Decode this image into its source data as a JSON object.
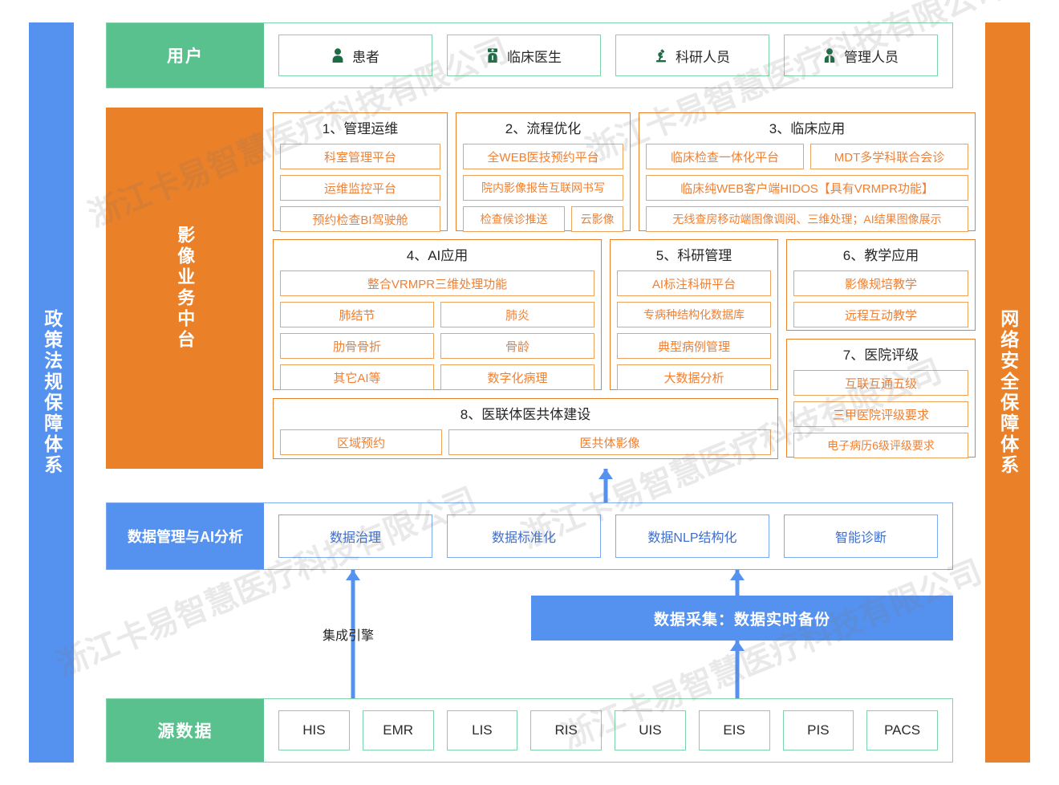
{
  "sidebars": {
    "left": {
      "label": "政策法规保障体系",
      "color": "#5592f0"
    },
    "right": {
      "label": "网络安全保障体系",
      "color": "#ea8028"
    }
  },
  "users": {
    "label": "用户",
    "color": "#58c18d",
    "items": [
      {
        "label": "患者",
        "icon": "person-icon"
      },
      {
        "label": "临床医生",
        "icon": "doctor-icon"
      },
      {
        "label": "科研人员",
        "icon": "microscope-icon"
      },
      {
        "label": "管理人员",
        "icon": "manager-icon"
      }
    ]
  },
  "platform": {
    "label": "影像业务中台",
    "color": "#ea8028",
    "groups": [
      {
        "title": "1、管理运维",
        "rows": [
          [
            "科室管理平台"
          ],
          [
            "运维监控平台"
          ],
          [
            "预约检查BI驾驶舱"
          ]
        ]
      },
      {
        "title": "2、流程优化",
        "rows": [
          [
            "全WEB医技预约平台"
          ],
          [
            "院内影像报告互联网书写"
          ],
          [
            "检查候诊推送",
            "云影像"
          ]
        ]
      },
      {
        "title": "3、临床应用",
        "rows": [
          [
            "临床检查一体化平台",
            "MDT多学科联合会诊"
          ],
          [
            "临床纯WEB客户端HIDOS【具有VRMPR功能】"
          ],
          [
            "无线查房移动端图像调阅、三维处理；AI结果图像展示"
          ]
        ]
      },
      {
        "title": "4、AI应用",
        "rows": [
          [
            "整合VRMPR三维处理功能"
          ],
          [
            "肺结节",
            "肺炎"
          ],
          [
            "肋骨骨折",
            "骨龄"
          ],
          [
            "其它AI等",
            "数字化病理"
          ]
        ]
      },
      {
        "title": "5、科研管理",
        "rows": [
          [
            "AI标注科研平台"
          ],
          [
            "专病种结构化数据库"
          ],
          [
            "典型病例管理"
          ],
          [
            "大数据分析"
          ]
        ]
      },
      {
        "title": "6、教学应用",
        "rows": [
          [
            "影像规培教学"
          ],
          [
            "远程互动教学"
          ]
        ]
      },
      {
        "title": "7、医院评级",
        "rows": [
          [
            "互联互通五级"
          ],
          [
            "三甲医院评级要求"
          ],
          [
            "电子病历6级评级要求"
          ]
        ]
      },
      {
        "title": "8、医联体医共体建设",
        "rows": [
          [
            "区域预约",
            "医共体影像"
          ]
        ]
      }
    ]
  },
  "data_management": {
    "label": "数据管理与AI分析",
    "color": "#5592f0",
    "items": [
      "数据治理",
      "数据标准化",
      "数据NLP结构化",
      "智能诊断"
    ]
  },
  "connectors": {
    "engine_label": "集成引擎",
    "collection_bar": "数据采集：数据实时备份",
    "arrow_color": "#5592f0"
  },
  "source_data": {
    "label": "源数据",
    "color": "#58c18d",
    "items": [
      "HIS",
      "EMR",
      "LIS",
      "RIS",
      "UIS",
      "EIS",
      "PIS",
      "PACS"
    ]
  },
  "watermark": {
    "text": "浙江卡易智慧医疗科技有限公司"
  }
}
